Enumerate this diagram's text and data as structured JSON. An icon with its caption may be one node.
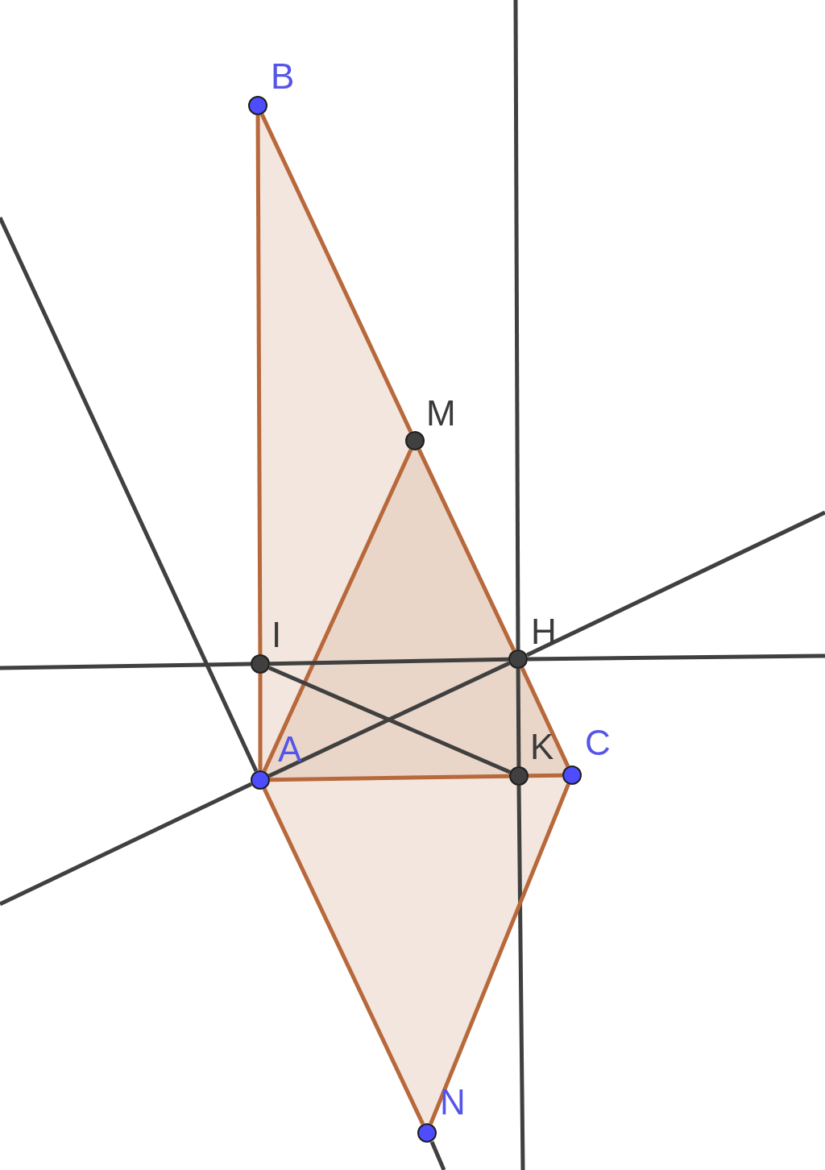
{
  "diagram": {
    "nodes": [
      {
        "text": [
          "B"
        ]
      },
      {
        "text": [
          "M"
        ]
      },
      {
        "text": [
          "I"
        ]
      },
      {
        "text": [
          "H"
        ]
      },
      {
        "text": [
          "A"
        ]
      },
      {
        "text": [
          "K"
        ]
      },
      {
        "text": [
          "C"
        ]
      },
      {
        "text": [
          "N"
        ]
      }
    ],
    "edges": [
      {
        "from": 0,
        "to": 2,
        "arrow": "none"
      },
      {
        "from": 2,
        "to": 4,
        "arrow": "none"
      },
      {
        "from": 0,
        "to": 1,
        "arrow": "none"
      },
      {
        "from": 1,
        "to": 3,
        "arrow": "none"
      },
      {
        "from": 3,
        "to": 6,
        "arrow": "none"
      },
      {
        "from": 4,
        "to": 5,
        "arrow": "none"
      },
      {
        "from": 5,
        "to": 6,
        "arrow": "none"
      },
      {
        "from": 4,
        "to": 1,
        "arrow": "none"
      },
      {
        "from": 4,
        "to": 7,
        "arrow": "none"
      },
      {
        "from": 7,
        "to": 6,
        "arrow": "none"
      },
      {
        "from": 2,
        "to": 3,
        "arrow": "none",
        "color": "#404040"
      },
      {
        "from": 4,
        "to": 3,
        "arrow": "none",
        "color": "#404040"
      },
      {
        "from": 3,
        "to": 5,
        "arrow": "none",
        "color": "#404040"
      },
      {
        "from": 2,
        "to": 5,
        "arrow": "none",
        "color": "#404040"
      }
    ]
  }
}
